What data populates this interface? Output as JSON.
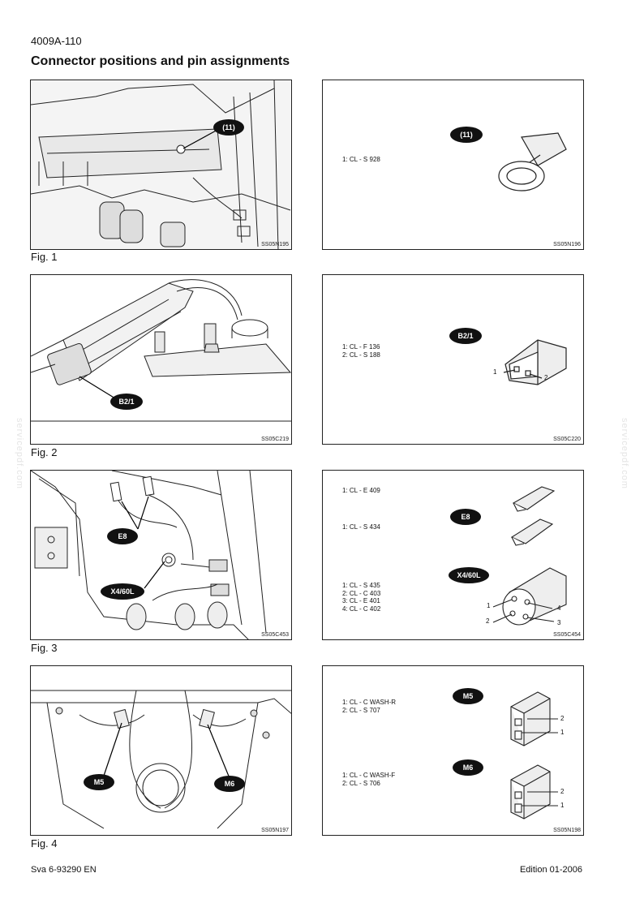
{
  "header": {
    "doc_number": "4009A-110",
    "title": "Connector positions and pin assignments"
  },
  "figures": [
    {
      "label": "Fig. 1",
      "left_code": "SS05N195",
      "right_code": "SS05N196",
      "left_callouts": [
        "(11)"
      ],
      "right_badges": [
        "(11)"
      ],
      "groups": [
        {
          "pins": [
            "1:  CL - S 928"
          ]
        }
      ]
    },
    {
      "label": "Fig. 2",
      "left_code": "SS05C219",
      "right_code": "SS05C220",
      "left_callouts": [
        "B2/1"
      ],
      "right_badges": [
        "B2/1"
      ],
      "groups": [
        {
          "pins": [
            "1:  CL - F 136",
            "2:  CL - S 188"
          ]
        }
      ],
      "pin_numbers": [
        "1",
        "2"
      ]
    },
    {
      "label": "Fig. 3",
      "left_code": "SS05C453",
      "right_code": "SS05C454",
      "left_callouts": [
        "E8",
        "X4/60L"
      ],
      "right_badges": [
        "E8",
        "X4/60L"
      ],
      "groups": [
        {
          "pins": [
            "1:  CL - E 409"
          ]
        },
        {
          "pins": [
            "1:  CL - S 434"
          ]
        },
        {
          "pins": [
            "1:  CL - S 435",
            "2:  CL - C 403",
            "3:  CL - E 401",
            "4:  CL - C 402"
          ]
        }
      ],
      "pin_numbers": [
        "1",
        "4",
        "2",
        "3"
      ]
    },
    {
      "label": "Fig. 4",
      "left_code": "SS05N197",
      "right_code": "SS05N198",
      "left_callouts": [
        "M5",
        "M6"
      ],
      "right_badges": [
        "M5",
        "M6"
      ],
      "groups": [
        {
          "pins": [
            "1:  CL - C WASH-R",
            "2:  CL - S 707"
          ]
        },
        {
          "pins": [
            "1:  CL - C WASH-F",
            "2:  CL - S 706"
          ]
        }
      ],
      "pin_numbers_m5": [
        "2",
        "1"
      ],
      "pin_numbers_m6": [
        "2",
        "1"
      ]
    }
  ],
  "watermark": "servicepdf.com",
  "footer": {
    "left": "Sva 6-93290 EN",
    "right": "Edition 01-2006"
  }
}
